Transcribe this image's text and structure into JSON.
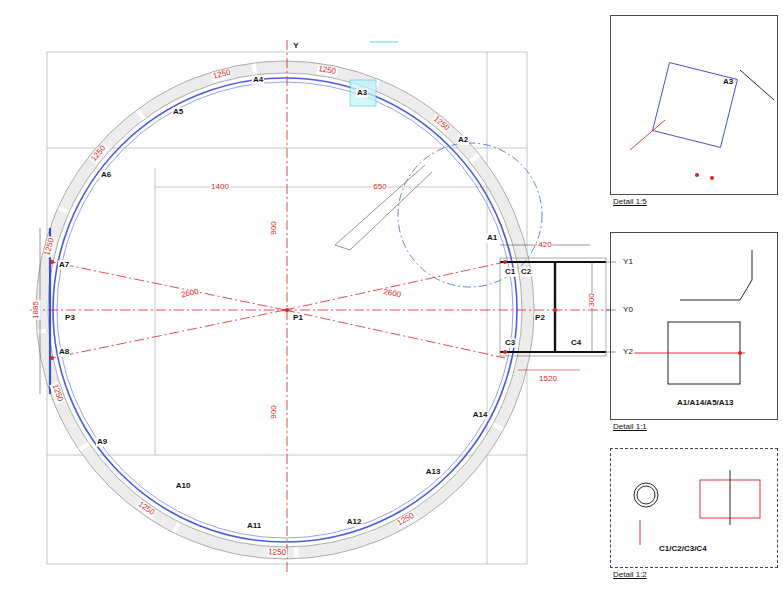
{
  "diagram": {
    "nodes": [
      {
        "text": [
          "A3",
          "Detail 1:5"
        ]
      },
      {
        "text": [
          "A1/A14/A5/A13",
          "Detail 1:1"
        ]
      },
      {
        "text": [
          "C1/C2/C3/C4",
          "Detail 1:2"
        ]
      }
    ],
    "labels": [
      "A1",
      "A2",
      "A3",
      "A4",
      "A5",
      "A6",
      "A7",
      "A8",
      "A9",
      "A10",
      "A11",
      "A12",
      "A13",
      "A14",
      "P1",
      "P2",
      "P3",
      "C1",
      "C2",
      "C3",
      "C4",
      "Y",
      "Y1",
      "Y0",
      "Y2",
      "1250",
      "1250",
      "1250",
      "1250",
      "1250",
      "1250",
      "1250",
      "1250",
      "1250",
      "2600",
      "2600",
      "900",
      "900",
      "1400",
      "650",
      "1885",
      "420",
      "300",
      "1520"
    ]
  }
}
